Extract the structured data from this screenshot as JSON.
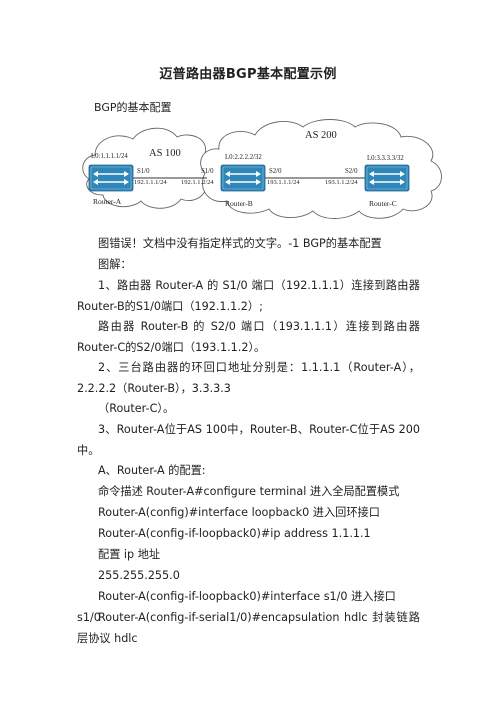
{
  "document": {
    "title": "迈普路由器BGP基本配置示例",
    "subheading": "BGP的基本配置"
  },
  "diagram": {
    "as_left": "AS 100",
    "as_right": "AS 200",
    "router_a": {
      "name": "Router-A",
      "loopback": "L0:1.1.1.1/24",
      "s1_port": "S1/0",
      "s1_ip": "192.1.1.1/24"
    },
    "router_b": {
      "name": "Router-B",
      "loopback": "L0:2.2.2.2/32",
      "s1_port": "S1/0",
      "s1_ip": "192.1.1.2/24",
      "s2_port": "S2/0",
      "s2_ip": "193.1.1.1/24"
    },
    "router_c": {
      "name": "Router-C",
      "loopback": "L0:3.3.3.3/32",
      "s2_port": "S2/0",
      "s2_ip": "193.1.1.2/24"
    }
  },
  "body": {
    "caption": "图错误！文档中没有指定样式的文字。-1 BGP的基本配置",
    "illustration": "图解：",
    "p1a": "1、路由器 Router-A 的 S1/0 端口（192.1.1.1）连接到路由器 Router-B的S1/0端口（192.1.1.2）;",
    "p1b": "路由器 Router-B 的 S2/0 端口（193.1.1.1）连接到路由器 Router-C的S2/0端口（193.1.1.2）。",
    "p2a": "2、三台路由器的环回口地址分别是：1.1.1.1（Router-A），2.2.2.2（Router-B），3.3.3.3",
    "p2b": "（Router-C）。",
    "p3": "3、Router-A位于AS 100中，Router-B、Router-C位于AS 200中。",
    "pA": "A、Router-A 的配置:",
    "cmd1": "命令描述 Router-A#configure terminal 进入全局配置模式",
    "cmd2": "Router-A(config)#interface loopback0 进入回环接口",
    "cmd3": "Router-A(config-if-loopback0)#ip address 1.1.1.1",
    "cmd4": "配置 ip 地址",
    "cmd5": "255.255.255.0",
    "cmd6": "Router-A(config-if-loopback0)#interface s1/0 进入接口 s1/0",
    "cmd7": "Router-A(config-if-serial1/0)#encapsulation hdlc 封装链路层协议 hdlc"
  }
}
